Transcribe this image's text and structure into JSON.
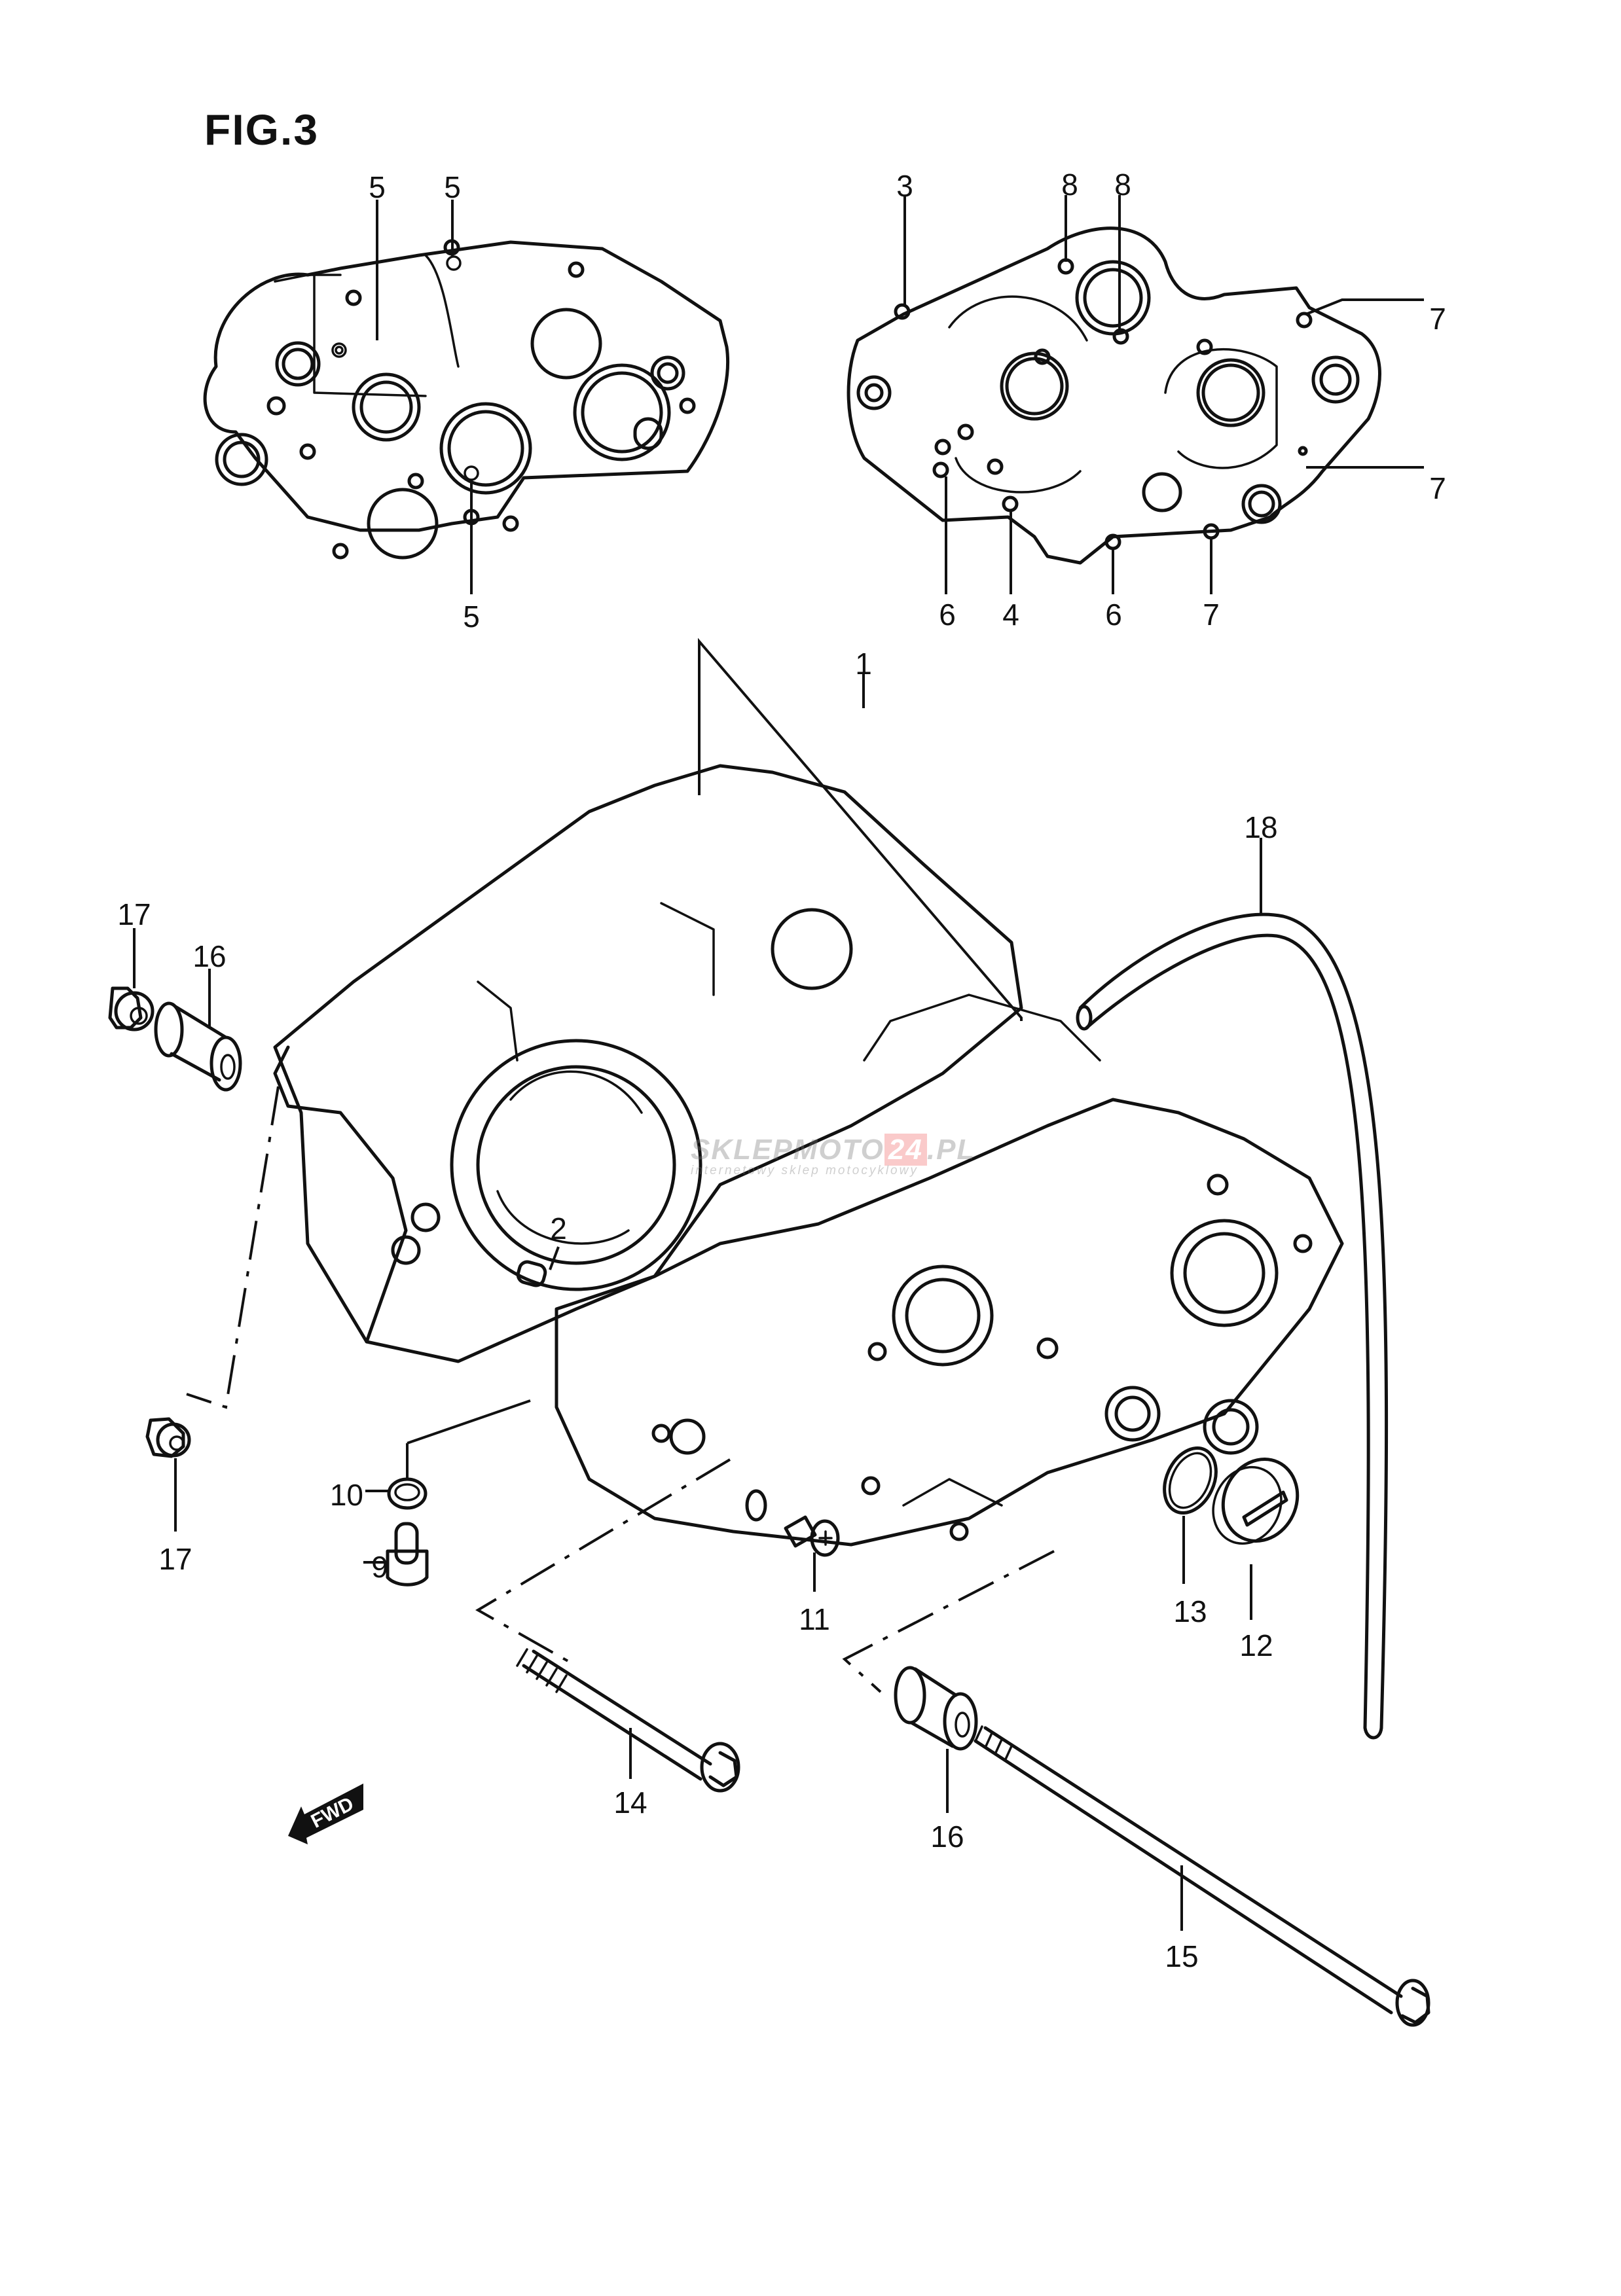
{
  "figure": {
    "title": "FIG.3",
    "description": "Crankcase exploded parts diagram"
  },
  "watermark": {
    "prefix": "SKLEPMOTO",
    "boxed": "24",
    "suffix": ".PL",
    "tagline": "internetowy sklep motocyklowy"
  },
  "direction_marker": {
    "label": "FWD",
    "icon": "fwd-arrow-icon"
  },
  "callouts": {
    "top_left_case": [
      {
        "part": "5"
      },
      {
        "part": "5"
      },
      {
        "part": "5"
      }
    ],
    "top_right_case": [
      {
        "part": "3"
      },
      {
        "part": "8"
      },
      {
        "part": "8"
      },
      {
        "part": "7"
      },
      {
        "part": "7"
      },
      {
        "part": "7"
      },
      {
        "part": "6"
      },
      {
        "part": "4"
      },
      {
        "part": "6"
      }
    ],
    "main_assembly": [
      {
        "part": "1",
        "name": "Crankcase set"
      },
      {
        "part": "2",
        "name": "Dowel pin"
      },
      {
        "part": "18",
        "name": "Breather hose"
      },
      {
        "part": "17",
        "name": "Nut"
      },
      {
        "part": "16",
        "name": "Spacer"
      },
      {
        "part": "17",
        "name": "Nut"
      },
      {
        "part": "10",
        "name": "Gasket"
      },
      {
        "part": "9",
        "name": "Drain plug"
      },
      {
        "part": "11",
        "name": "Screw"
      },
      {
        "part": "13",
        "name": "O-ring"
      },
      {
        "part": "12",
        "name": "Plug"
      },
      {
        "part": "14",
        "name": "Bolt"
      },
      {
        "part": "16",
        "name": "Spacer"
      },
      {
        "part": "15",
        "name": "Bolt"
      }
    ]
  }
}
